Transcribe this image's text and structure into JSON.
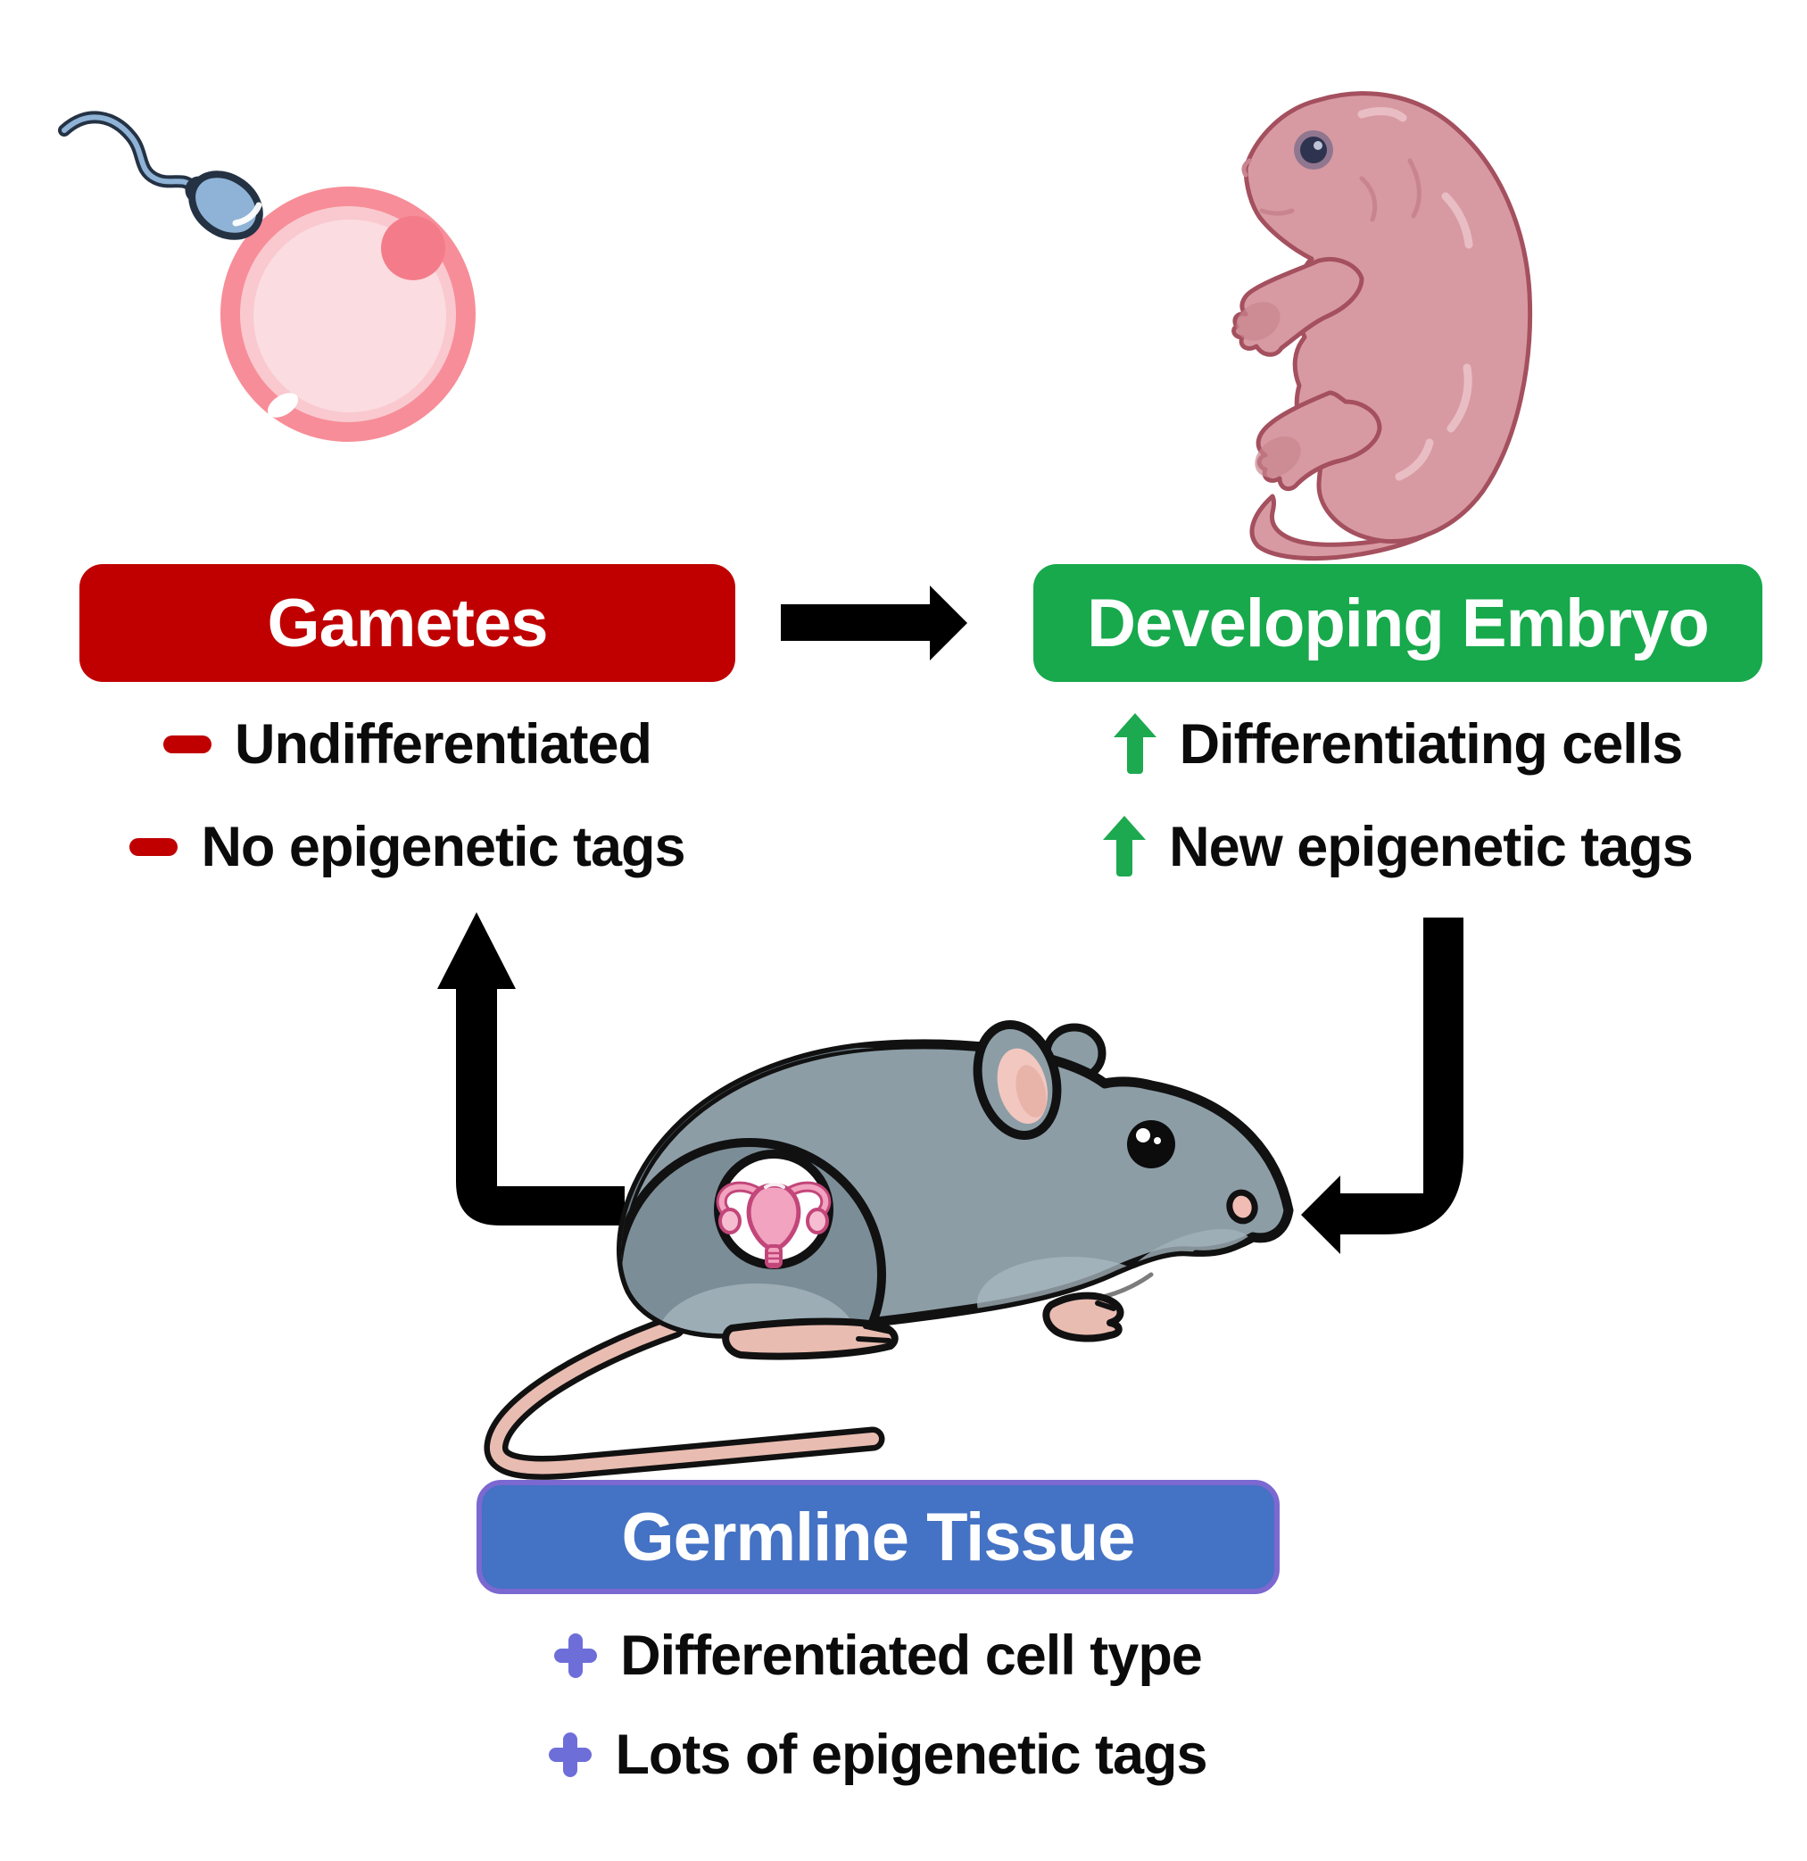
{
  "figure": {
    "background_color": "#FFFFFF",
    "nodes": {
      "gametes": {
        "label": "Gametes",
        "box_color": "#C00000",
        "label_color": "#FFFFFF",
        "bullet_icon": "minus-icon",
        "bullet_color": "#C00000",
        "items": [
          "Undifferentiated",
          "No epigenetic tags"
        ]
      },
      "developing_embryo": {
        "label": "Developing Embryo",
        "box_color": "#17A94C",
        "label_color": "#FFFFFF",
        "bullet_icon": "up-arrow-icon",
        "bullet_color": "#1CA94F",
        "items": [
          "Differentiating cells",
          "New epigenetic tags"
        ]
      },
      "germline_tissue": {
        "label": "Germline Tissue",
        "box_color": "#4472C4",
        "box_border_color": "#7B68D0",
        "label_color": "#FFFFFF",
        "bullet_icon": "plus-icon",
        "bullet_color": "#6E6ED9",
        "items": [
          "Differentiated cell type",
          "Lots of epigenetic tags"
        ]
      }
    },
    "arrows": {
      "color": "#000000",
      "connections": [
        "gametes-to-developing-embryo",
        "developing-embryo-to-germline-tissue",
        "germline-tissue-to-gametes"
      ]
    },
    "illustrations": {
      "gametes": "sperm-and-egg",
      "developing_embryo": "mouse-embryo",
      "germline_tissue": "mouse-with-uterus-callout"
    },
    "illustration_colors": {
      "egg_ring": "#F78D98",
      "egg_inner": "#FBDCE0",
      "egg_nucleus": "#F47C8A",
      "sperm_body": "#8FB3D6",
      "sperm_outline": "#243244",
      "embryo_body": "#D89AA2",
      "embryo_outline": "#A4505E",
      "mouse_body": "#8C9DA6",
      "mouse_outline": "#111111",
      "mouse_ear_inner": "#F2C7BF",
      "mouse_pink": "#E9BCB1",
      "uterus": "#F2A3BF",
      "uterus_outline": "#C2467A"
    }
  }
}
